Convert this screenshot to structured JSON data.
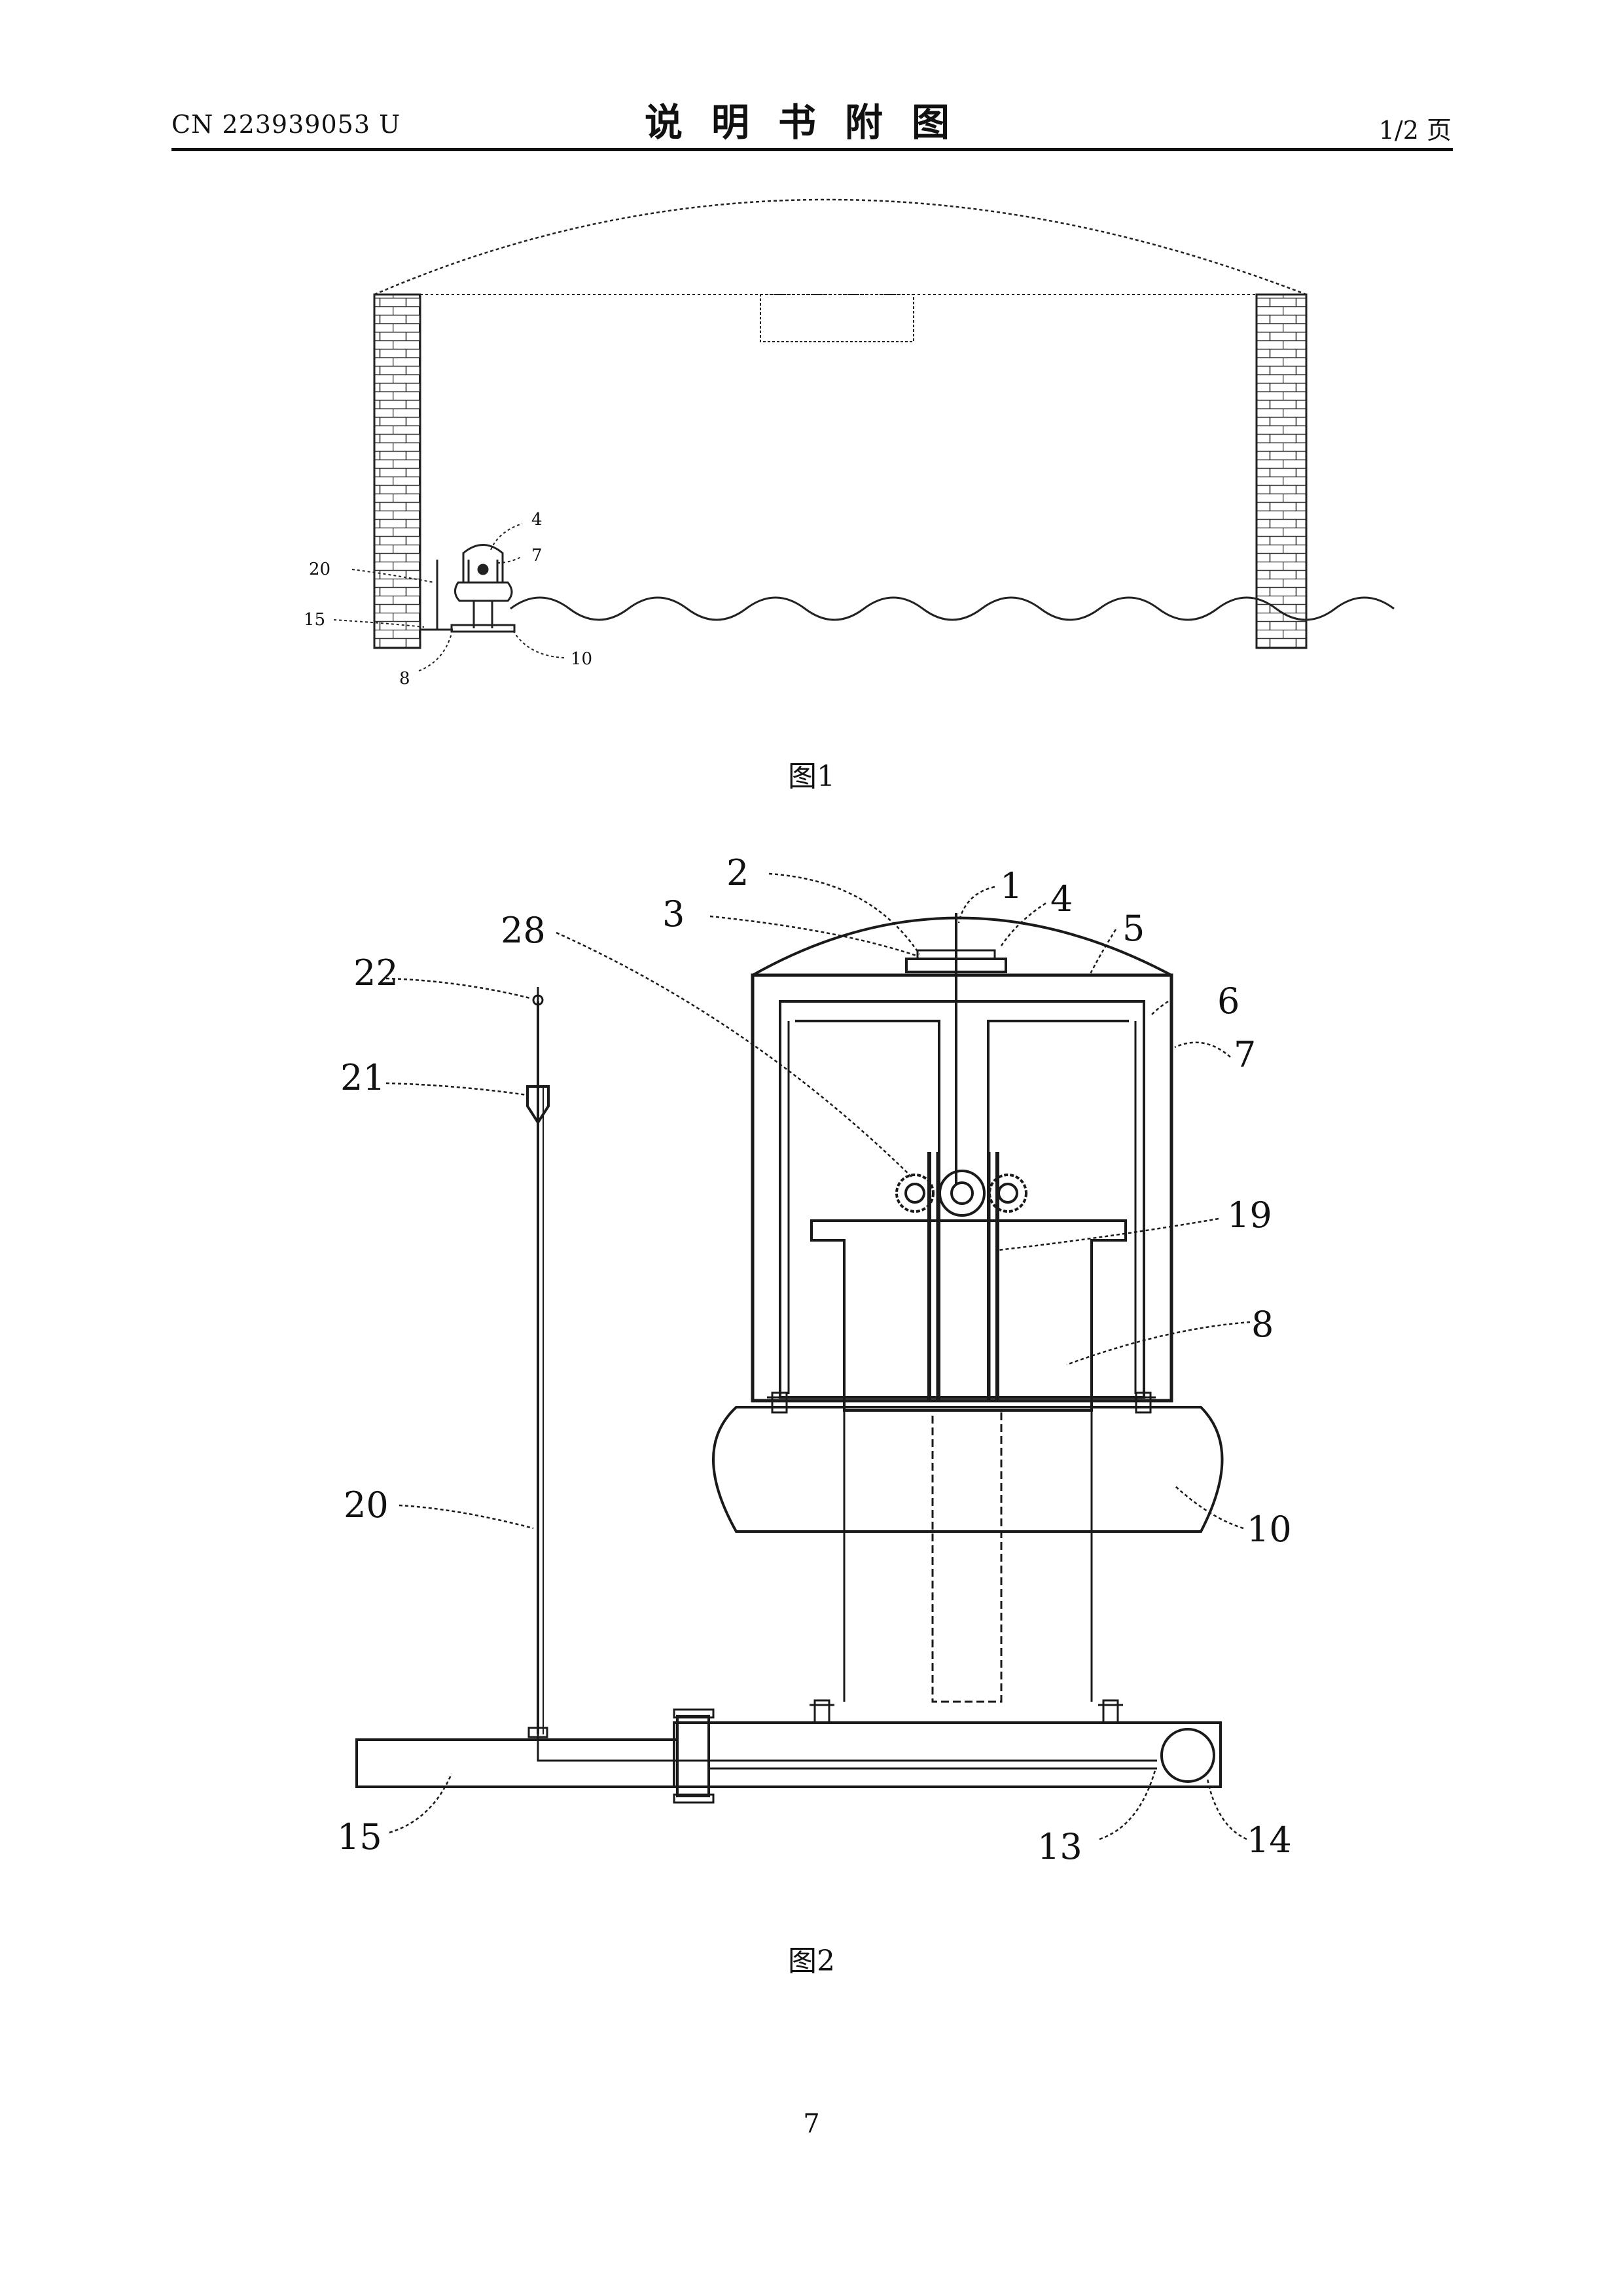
{
  "header": {
    "publication_number": "CN 223939053 U",
    "title": "说明书附图",
    "page_fraction": "1/2 页"
  },
  "figure1": {
    "caption": "图1",
    "labels": [
      "4",
      "7",
      "20",
      "15",
      "8",
      "10"
    ]
  },
  "figure2": {
    "caption": "图2",
    "labels": [
      "2",
      "1",
      "4",
      "3",
      "28",
      "5",
      "22",
      "6",
      "7",
      "21",
      "19",
      "8",
      "20",
      "10",
      "15",
      "13",
      "14"
    ]
  },
  "footer": {
    "page_number": "7"
  },
  "colors": {
    "ink": "#111111",
    "paper": "#ffffff"
  }
}
